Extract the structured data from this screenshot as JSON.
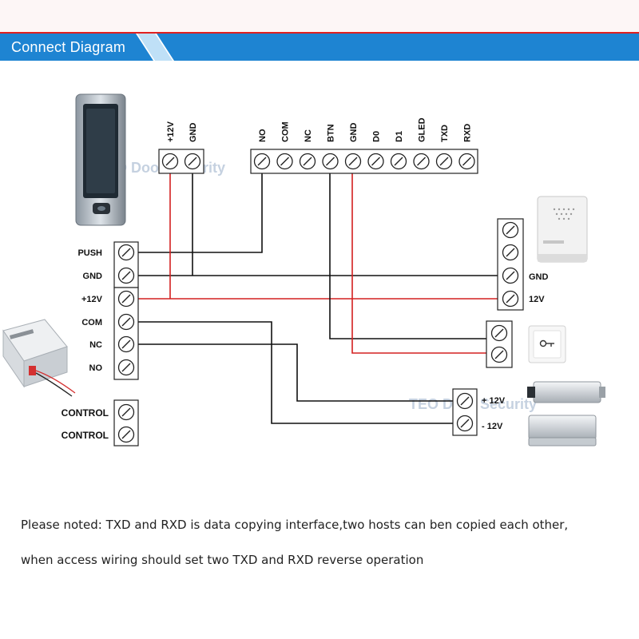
{
  "header": {
    "title": "Connect Diagram",
    "accent": "#1e84d2",
    "stripe": "#e02020"
  },
  "watermarks": [
    "TEO Door Security",
    "TEO Door Security"
  ],
  "reader": {
    "power_terminals": [
      "+12V",
      "GND"
    ],
    "output_terminals": [
      "NO",
      "COM",
      "NC",
      "BTN",
      "GND",
      "D0",
      "D1",
      "GLED",
      "TXD",
      "RXD"
    ]
  },
  "power_supply": {
    "terminals": [
      "PUSH",
      "GND",
      "+12V",
      "COM",
      "NC",
      "NO"
    ],
    "control_terminals": [
      "CONTROL",
      "CONTROL"
    ]
  },
  "doorbell": {
    "labels": [
      "GND",
      "12V"
    ]
  },
  "lock": {
    "labels": [
      "+ 12V",
      "- 12V"
    ]
  },
  "colors": {
    "power_wire": "#d42020",
    "signal_wire": "#111111"
  },
  "note": {
    "line1": "Please noted: TXD and RXD is data copying interface,two hosts can ben copied each other,",
    "line2": "when access wiring should set two TXD and RXD reverse operation"
  }
}
